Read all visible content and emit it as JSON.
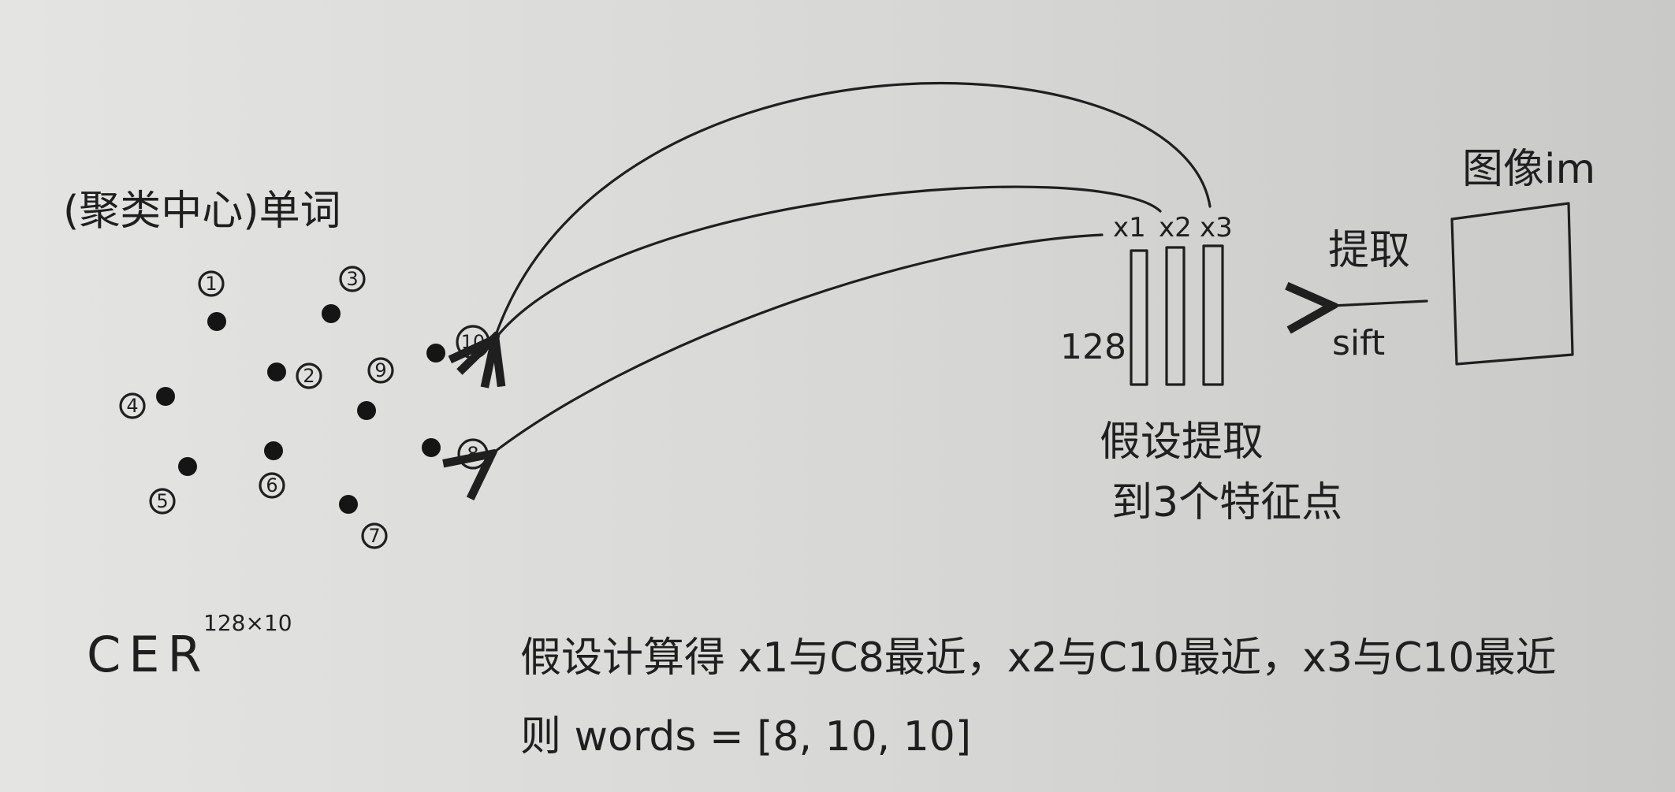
{
  "left_title": "(聚类中心)单词",
  "centroids": [
    {
      "label": "1"
    },
    {
      "label": "2"
    },
    {
      "label": "3"
    },
    {
      "label": "4"
    },
    {
      "label": "5"
    },
    {
      "label": "6"
    },
    {
      "label": "7"
    },
    {
      "label": "8"
    },
    {
      "label": "9"
    },
    {
      "label": "10"
    }
  ],
  "centroid_matrix": {
    "name": "CER",
    "superscript": "128×10"
  },
  "features": {
    "labels": [
      "x1",
      "x2",
      "x3"
    ],
    "dimension": "128",
    "caption_line1": "假设提取",
    "caption_line2": "到3个特征点"
  },
  "image_box": {
    "title": "图像im"
  },
  "extract": {
    "label_top": "提取",
    "label_bottom": "sift"
  },
  "statement_line1": "假设计算得 x1与C8最近，x2与C10最近，x3与C10最近",
  "statement_line2": "则 words = [8, 10, 10]",
  "assignments": [
    {
      "feature": "x1",
      "centroid": "8"
    },
    {
      "feature": "x2",
      "centroid": "10"
    },
    {
      "feature": "x3",
      "centroid": "10"
    }
  ]
}
